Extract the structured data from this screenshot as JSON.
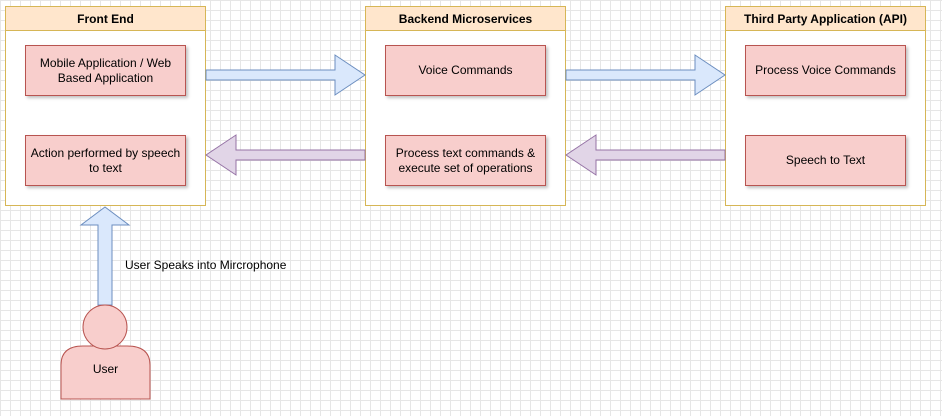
{
  "containers": {
    "front_end": {
      "title": "Front End"
    },
    "backend": {
      "title": "Backend Microservices"
    },
    "third_party": {
      "title": "Third Party Application (API)"
    }
  },
  "boxes": {
    "mobile_app": "Mobile Application / Web Based Application",
    "action_performed": "Action performed by speech to text",
    "voice_commands": "Voice Commands",
    "process_text": "Process text commands & execute set of operations",
    "process_voice": "Process Voice Commands",
    "speech_to_text": "Speech to Text"
  },
  "labels": {
    "user_speaks": "User Speaks into Mircrophone",
    "user": "User"
  },
  "colors": {
    "container_border": "#d6b656",
    "container_header": "#ffe6cc",
    "box_fill": "#f8cecc",
    "box_border": "#b85450",
    "arrow_forward_fill": "#dae8fc",
    "arrow_forward_stroke": "#6c8ebf",
    "arrow_back_fill": "#e1d5e7",
    "arrow_back_stroke": "#9673a6"
  }
}
